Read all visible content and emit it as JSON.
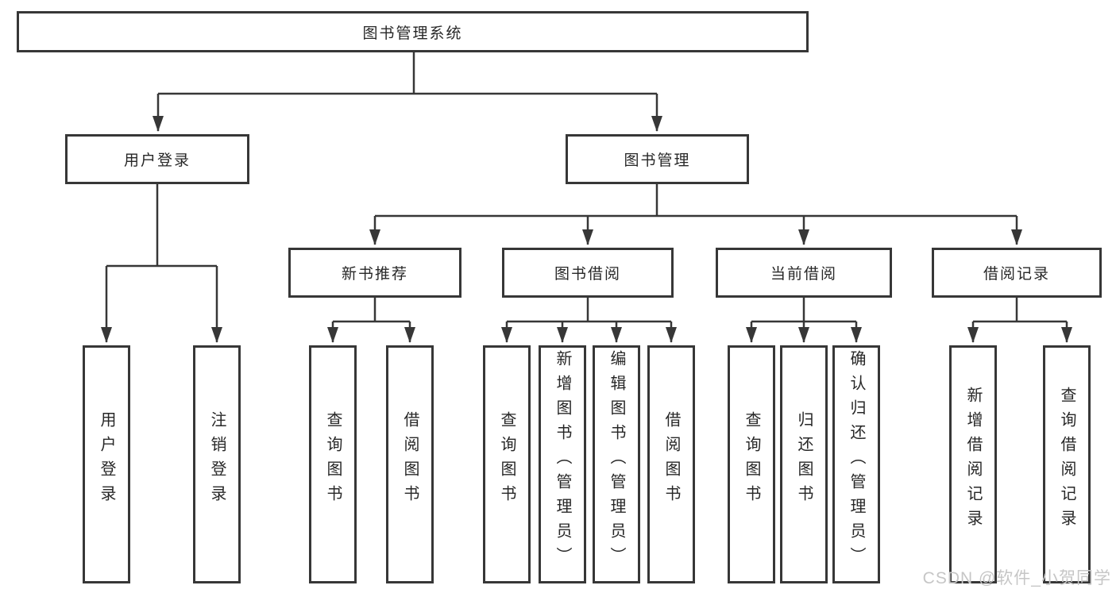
{
  "title": "图书管理系统",
  "watermark": "CSDN @软件_小贺同学",
  "colors": {
    "line": "#373737",
    "box_border": "#373737",
    "text": "#272727",
    "background": "#ffffff",
    "watermark": "#c6c6c6"
  },
  "level2": [
    {
      "label": "用户登录"
    },
    {
      "label": "图书管理"
    }
  ],
  "level3": [
    {
      "label": "新书推荐"
    },
    {
      "label": "图书借阅"
    },
    {
      "label": "当前借阅"
    },
    {
      "label": "借阅记录"
    }
  ],
  "leaves": {
    "user_login": [
      {
        "label": "用户登录"
      },
      {
        "label": "注销登录"
      }
    ],
    "new_book_recommend": [
      {
        "label": "查询图书"
      },
      {
        "label": "借阅图书"
      }
    ],
    "book_borrow": [
      {
        "label": "查询图书"
      },
      {
        "label": "新增图书（管理员）"
      },
      {
        "label": "编辑图书（管理员）"
      },
      {
        "label": "借阅图书"
      }
    ],
    "current_borrow": [
      {
        "label": "查询图书"
      },
      {
        "label": "归还图书"
      },
      {
        "label": "确认归还（管理员）"
      }
    ],
    "borrow_records": [
      {
        "label": "新增借阅记录"
      },
      {
        "label": "查询借阅记录"
      }
    ]
  }
}
